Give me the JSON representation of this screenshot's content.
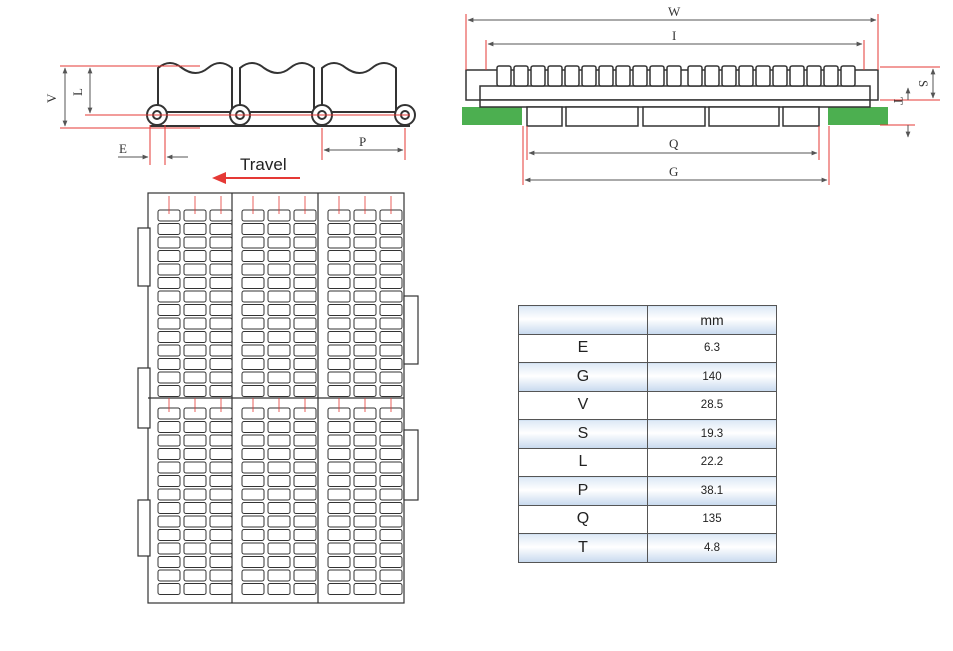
{
  "side_view": {
    "labels": {
      "v": "V",
      "l": "L",
      "e": "E",
      "p": "P"
    }
  },
  "end_view": {
    "labels": {
      "w": "W",
      "i": "I",
      "q": "Q",
      "g": "G",
      "s": "S",
      "t": "T"
    },
    "colors": {
      "support": "#4caf50",
      "dimension_line": "#e53935"
    }
  },
  "top_view": {
    "travel_label": "Travel",
    "arrow_color": "#e53935"
  },
  "spec_table": {
    "header": [
      "",
      "mm"
    ],
    "rows": [
      {
        "name": "E",
        "value": "6.3"
      },
      {
        "name": "G",
        "value": "140"
      },
      {
        "name": "V",
        "value": "28.5"
      },
      {
        "name": "S",
        "value": "19.3"
      },
      {
        "name": "L",
        "value": "22.2"
      },
      {
        "name": "P",
        "value": "38.1"
      },
      {
        "name": "Q",
        "value": "135"
      },
      {
        "name": "T",
        "value": "4.8"
      }
    ]
  }
}
